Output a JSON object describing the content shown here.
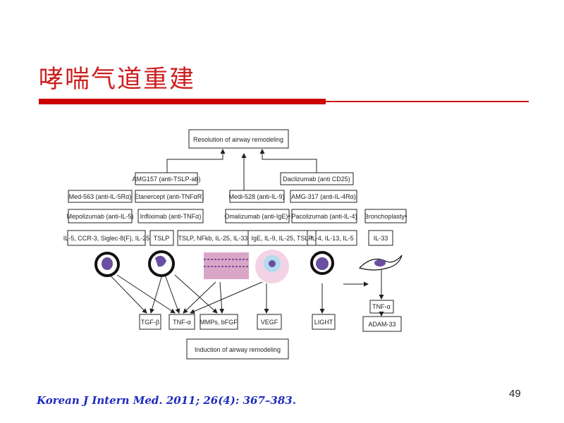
{
  "slide": {
    "title": "哮喘气道重建",
    "citation": "Korean J Intern Med. 2011; 26(4): 367–383.",
    "page_number": "49",
    "accent_color": "#cc0000"
  },
  "diagram": {
    "top": "Resolution of airway remodeling",
    "bottom": "Induction of airway remodeling",
    "drugs": {
      "amg157": "AMG157 (anti-TSLP-ab)",
      "daclizumab": "Daclizumab (anti CD25)",
      "med563": "Med-563 (anti-IL-5Rα)",
      "etanercept": "Etanercept (anti-TNFαR)",
      "medi528": "Medi-528 (anti-IL-9)",
      "amg317": "AMG-317 (anti-IL-4Rα)",
      "mepolizumab": "Mepolizumab (anti-IL-5)",
      "infliximab": "Infliximab (anti-TNFα)",
      "omalizumab": "Omalizumab (anti-IgE)ᵃ",
      "pacolizumab": "Pacolizumab (anti-IL-4)",
      "bronchoplasty": "Bronchoplastyᵃ"
    },
    "mediators": {
      "m1": "IL-5, CCR-3, Siglec-8(F), IL-25",
      "m2": "TSLP",
      "m3": "TSLP, NFkb, IL-25, IL-33",
      "m4": "IgE, IL-9, IL-25, TSLP",
      "m5": "IL-4, IL-13, IL-5",
      "m6": "IL-33"
    },
    "effectors": {
      "tgfb": "TGF-β",
      "tnfa": "TNF-α",
      "mmps": "MMPs, bFGF",
      "vegf": "VEGF",
      "light": "LIGHT",
      "tnfa2": "TNF-α",
      "adam33": "ADAM-33"
    }
  }
}
